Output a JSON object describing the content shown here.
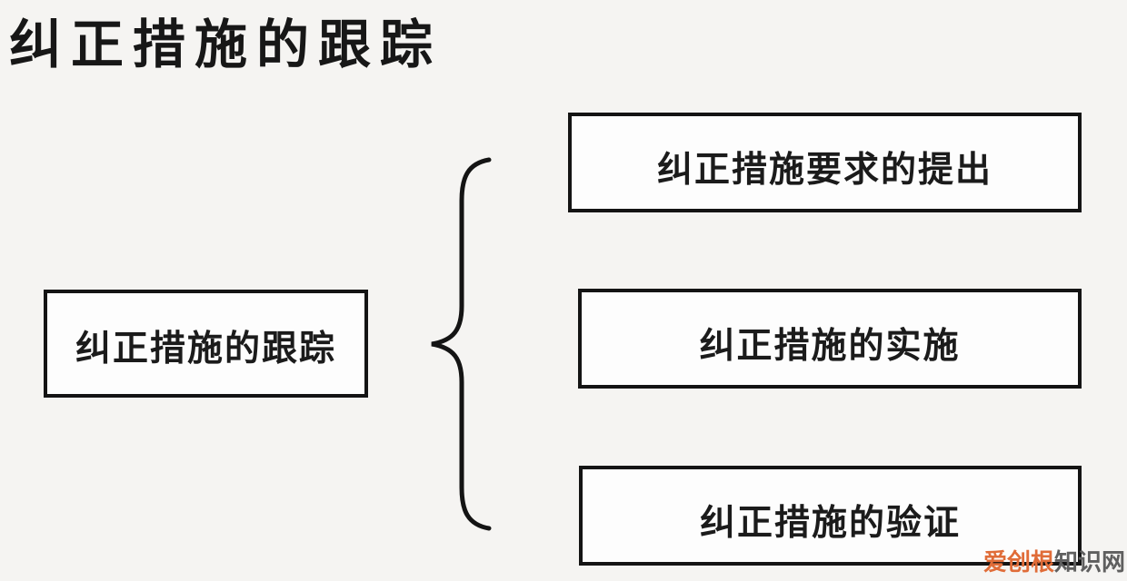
{
  "page": {
    "title": "纠正措施的跟踪",
    "background_color": "#f5f4f2",
    "line_color": "#141414",
    "box_fill_color": "#fdfdfd",
    "text_color": "#1b1b1b"
  },
  "diagram": {
    "root": {
      "label": "纠正措施的跟踪"
    },
    "connector": "curly-brace",
    "branches": [
      {
        "label": "纠正措施要求的提出"
      },
      {
        "label": "纠正措施的实施"
      },
      {
        "label": "纠正措施的验证"
      }
    ]
  },
  "watermark": {
    "brand": "爱创根",
    "suffix": "知识网",
    "brand_color": "#e06c38",
    "suffix_color": "#5f5f5f"
  }
}
